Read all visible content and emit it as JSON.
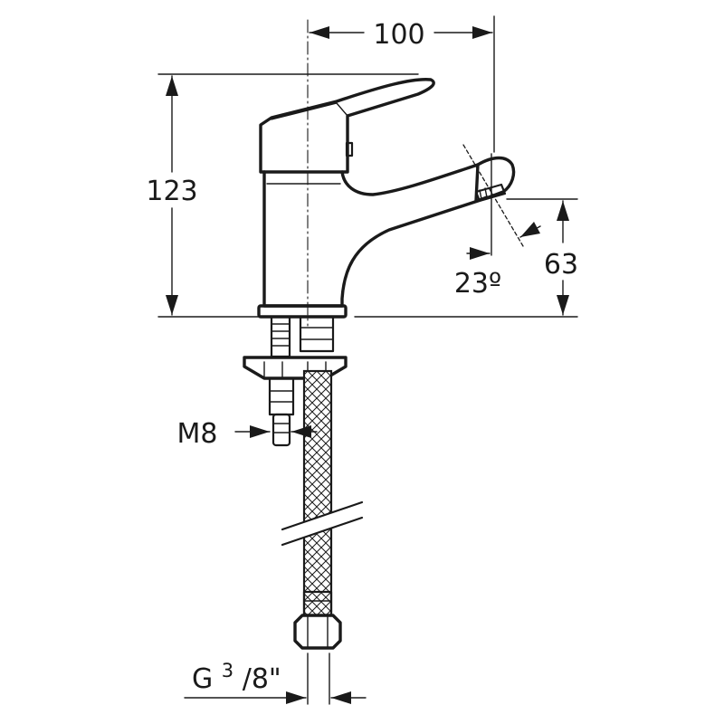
{
  "drawing": {
    "dimensions": {
      "width": "100",
      "height": "123",
      "spout_height": "63",
      "spout_angle": "23º",
      "thread": "M8",
      "connection": {
        "prefix": "G",
        "sup": "3",
        "suffix": "/8\""
      }
    },
    "colors": {
      "line": "#1a1a1a",
      "background": "#ffffff"
    }
  }
}
